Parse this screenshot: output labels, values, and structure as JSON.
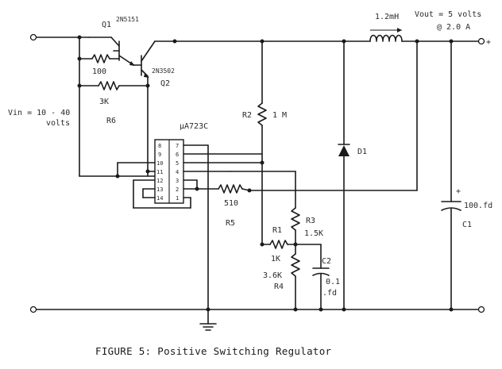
{
  "caption": "FIGURE 5:  Positive Switching Regulator",
  "labels": {
    "q1": "Q1",
    "q1_part": "2N5151",
    "q2": "Q2",
    "q2_part": "2N3502",
    "r_100": "100",
    "r_3k": "3K",
    "r6": "R6",
    "vin_line1": "Vin = 10 - 40",
    "vin_line2": "volts",
    "ic": "µA723C",
    "r2": "R2",
    "r2_value": "1 M",
    "inductor": "1.2mH",
    "vout_line1": "Vout = 5 volts",
    "vout_line2": "@ 2.0 A",
    "plus_out": "+",
    "d1": "D1",
    "r_510": "510",
    "r5": "R5",
    "r1": "R1",
    "r1_value": "1K",
    "r3": "R3",
    "r3_value": "1.5K",
    "r4": "R4",
    "r4_value": "3.6K",
    "c2": "C2",
    "c2_value_1": "0.1",
    "c2_value_2": ".fd",
    "c1": "C1",
    "c1_value": "100.fd",
    "c1_plus": "+"
  },
  "ic_pins": {
    "left": [
      "8",
      "9",
      "10",
      "11",
      "12",
      "13",
      "14"
    ],
    "right": [
      "7",
      "6",
      "5",
      "4",
      "3",
      "2",
      "1"
    ]
  }
}
